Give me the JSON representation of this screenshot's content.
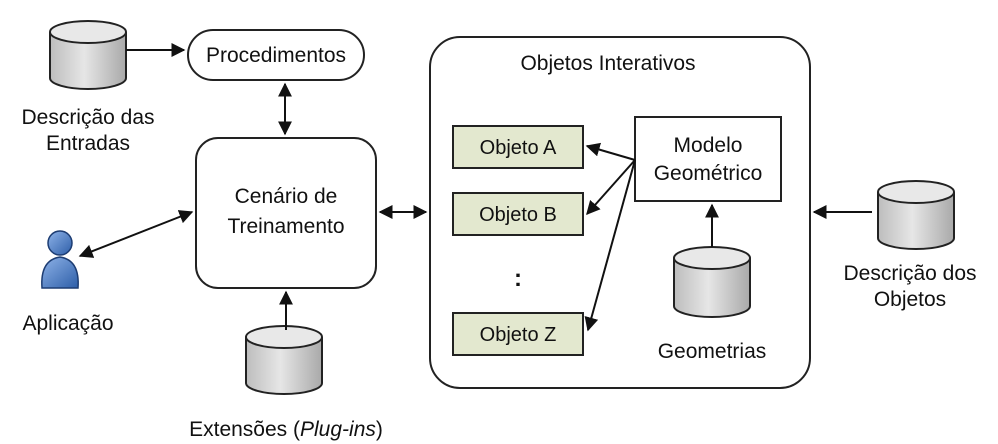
{
  "procedures": {
    "label": "Procedimentos"
  },
  "inputs_db": {
    "label_line1": "Descrição das",
    "label_line2": "Entradas"
  },
  "training": {
    "label_line1": "Cenário de",
    "label_line2": "Treinamento"
  },
  "application": {
    "label": "Aplicação",
    "icon": "user-icon"
  },
  "extensions": {
    "label_prefix": "Extensões (",
    "label_italic": "Plug-ins",
    "label_suffix": ")"
  },
  "interactive": {
    "title": "Objetos Interativos",
    "objects": [
      "Objeto A",
      "Objeto B",
      "Objeto Z"
    ],
    "ellipsis": ":",
    "model_line1": "Modelo",
    "model_line2": "Geométrico",
    "geometries": "Geometrias"
  },
  "objects_db": {
    "label_line1": "Descrição dos",
    "label_line2": "Objetos"
  },
  "colors": {
    "object_fill": "#e3e8cf",
    "db_fill": "#d9d9d9",
    "person_fill": "#4a7bc4",
    "stroke": "#111111"
  }
}
